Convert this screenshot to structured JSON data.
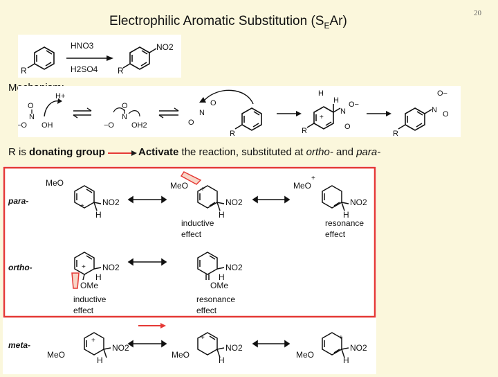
{
  "slide": {
    "title_main": "Electrophilic Aromatic Substitution (S",
    "title_sub": "E",
    "title_end": "Ar)",
    "page_number": "20"
  },
  "reaction": {
    "reagent_top": "HNO3",
    "reagent_bottom": "H2SO4",
    "substituent": "R",
    "product_group": "NO2"
  },
  "mechanism": {
    "label": "Mechanism:",
    "proton": "H+",
    "nitric_O_top": "O",
    "nitric_O_left": "−O",
    "nitric_N": "N",
    "nitric_OH": "OH",
    "protonated_OH2": "OH2",
    "nitronium_O1": "O",
    "nitronium_N": "N",
    "nitronium_O2": "O",
    "sigma_H1": "H",
    "sigma_H2": "H",
    "nitro_O_minus": "O−",
    "nitro_O": "O"
  },
  "note": {
    "line_part1": "R is ",
    "line_bold1": "donating group",
    "line_bold2": "Activate",
    "line_part2": " the reaction, substituted at ",
    "line_italic1": "ortho-",
    "line_part3": " and ",
    "line_italic2": "para-"
  },
  "resonance": {
    "para_label": "para-",
    "ortho_label": "ortho-",
    "meta_label": "meta-",
    "meo": "MeO",
    "ome": "OMe",
    "no2": "NO2",
    "h": "H",
    "plus": "+",
    "inductive_effect": "inductive\neffect",
    "resonance_effect": "resonance\neffect"
  },
  "colors": {
    "background": "#FBF7DC",
    "highlight_box": "#E53935",
    "arrow_red": "#E53935",
    "open_arrow_fill": "#F8D6C8"
  }
}
